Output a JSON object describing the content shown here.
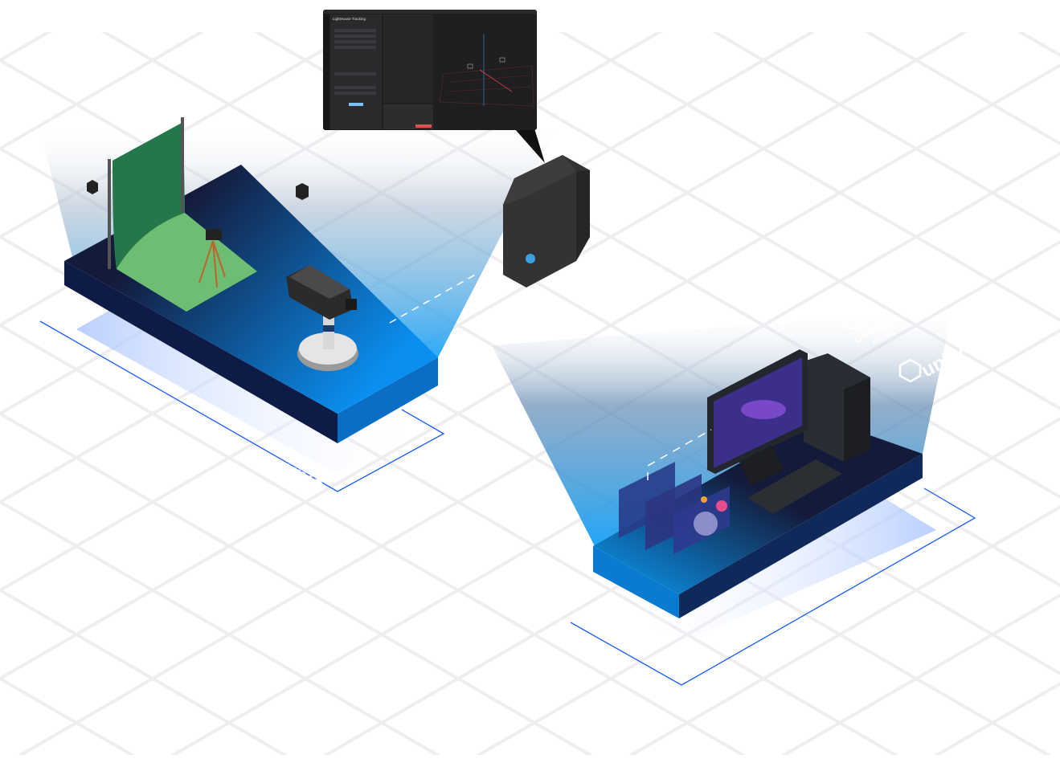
{
  "mini_window": {
    "title": "LightHouse Tracking"
  },
  "logos": {
    "unreal": "UNREAL",
    "unreal_sub": "ENGINE",
    "unity": "unity"
  },
  "labels": {
    "left_stage_fragment": "XING"
  },
  "colors": {
    "platform_dark": "#141a3a",
    "beam_blue": "#0a9cf5",
    "green_screen": "#6dbd73",
    "outline_blue": "#1a5cff",
    "device": "#333333"
  },
  "icons": [
    "green-screen",
    "tripod",
    "camera",
    "base-station",
    "tracking-device",
    "monitor",
    "pc-tower",
    "keyboard",
    "unreal-logo",
    "unity-logo"
  ]
}
